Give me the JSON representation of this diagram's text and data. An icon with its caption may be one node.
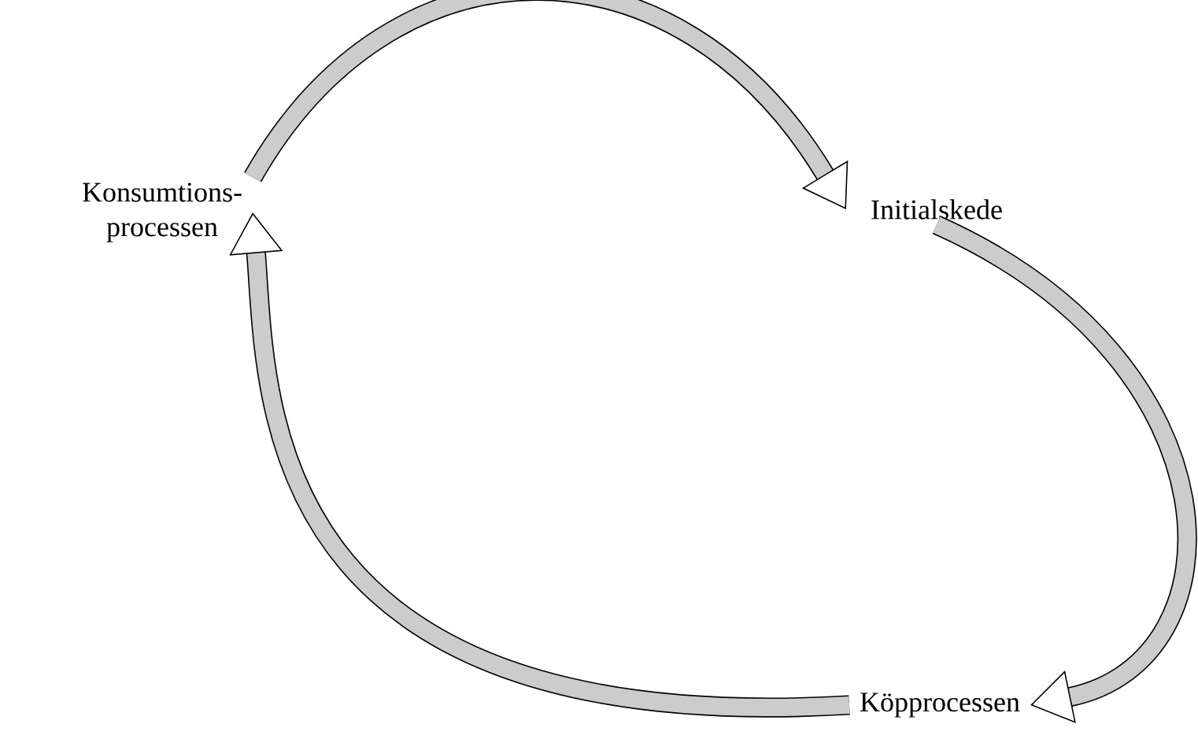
{
  "diagram": {
    "nodes": [
      {
        "text": [
          "Konsumtions- processen"
        ]
      },
      {
        "text": [
          "Initialskede"
        ]
      },
      {
        "text": [
          "Köpprocessen"
        ]
      }
    ],
    "edges": [
      {
        "from": 0,
        "to": 1,
        "arrow": "to"
      },
      {
        "from": 1,
        "to": 2,
        "arrow": "to"
      },
      {
        "from": 2,
        "to": 0,
        "arrow": "to"
      }
    ]
  }
}
